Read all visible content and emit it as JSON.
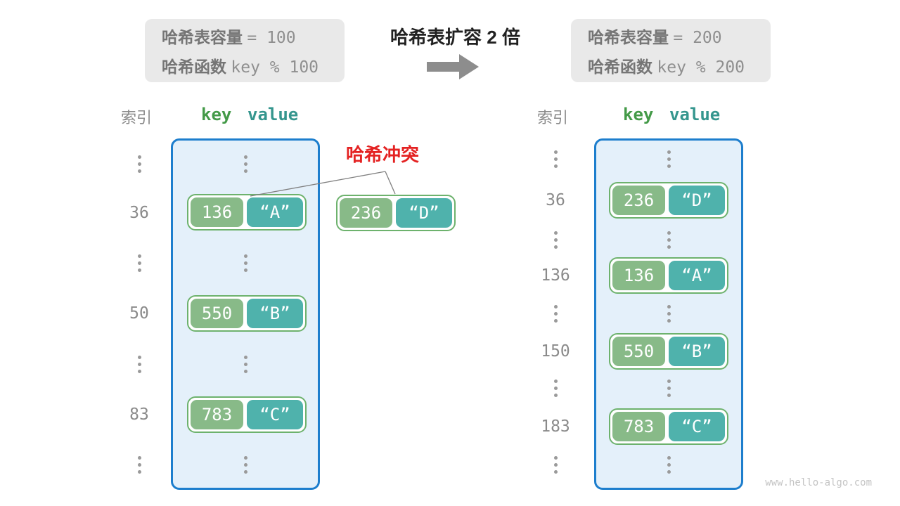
{
  "info_left": {
    "label1": "哈希表容量",
    "value1": "= 100",
    "label2": "哈希函数",
    "value2": "key % 100"
  },
  "info_right": {
    "label1": "哈希表容量",
    "value1": "= 200",
    "label2": "哈希函数",
    "value2": "key % 200"
  },
  "transition": {
    "title": "哈希表扩容 2 倍",
    "arrow_icon": "right-arrow"
  },
  "headers": {
    "index": "索引",
    "key": "key",
    "value": "value"
  },
  "collision": {
    "label": "哈希冲突",
    "key": "236",
    "value": "“D”"
  },
  "left_table": {
    "rows": [
      {
        "type": "ellipsis"
      },
      {
        "type": "entry",
        "index": "36",
        "key": "136",
        "value": "“A”"
      },
      {
        "type": "ellipsis"
      },
      {
        "type": "entry",
        "index": "50",
        "key": "550",
        "value": "“B”"
      },
      {
        "type": "ellipsis"
      },
      {
        "type": "entry",
        "index": "83",
        "key": "783",
        "value": "“C”"
      },
      {
        "type": "ellipsis"
      }
    ]
  },
  "right_table": {
    "rows": [
      {
        "type": "ellipsis"
      },
      {
        "type": "entry",
        "index": "36",
        "key": "236",
        "value": "“D”"
      },
      {
        "type": "ellipsis"
      },
      {
        "type": "entry",
        "index": "136",
        "key": "136",
        "value": "“A”"
      },
      {
        "type": "ellipsis"
      },
      {
        "type": "entry",
        "index": "150",
        "key": "550",
        "value": "“B”"
      },
      {
        "type": "ellipsis"
      },
      {
        "type": "entry",
        "index": "183",
        "key": "783",
        "value": "“C”"
      },
      {
        "type": "ellipsis"
      }
    ]
  },
  "watermark": "www.hello-algo.com",
  "colors": {
    "table_fill": "#e4f0fa",
    "table_border": "#1d7ecd",
    "key_pill": "#88ba88",
    "value_pill": "#4fb2ac",
    "pair_border": "#6db26d",
    "key_header": "#449a48",
    "value_header": "#35968e",
    "collision_red": "#e42222",
    "info_bg": "#e9e9e9",
    "arrow_gray": "#8d8d8d"
  }
}
